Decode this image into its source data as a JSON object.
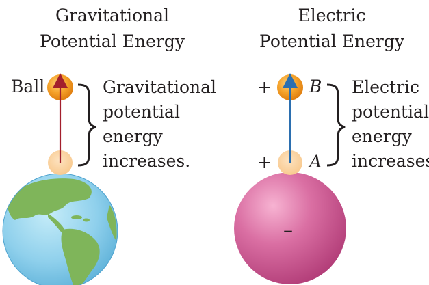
{
  "left_panel": {
    "title_line1": "Gravitational",
    "title_line2": "Potential Energy",
    "ball_label": "Ball",
    "description_lines": [
      "Gravitational",
      "potential",
      "energy",
      "increases."
    ],
    "arrow_color": "#a31f2c",
    "ball_color": "#f39a1f",
    "earth_ocean_color": "#7cc6e8",
    "earth_land_color": "#7fb55a"
  },
  "right_panel": {
    "title_line1": "Electric",
    "title_line2": "Potential Energy",
    "top_charge_sign": "+",
    "bottom_charge_sign": "+",
    "top_point_label": "B",
    "bottom_point_label": "A",
    "description_lines": [
      "Electric",
      "potential",
      "energy",
      "increases."
    ],
    "sphere_charge_sign": "–",
    "arrow_color": "#2b6fb0",
    "sphere_color": "#c9508a"
  }
}
